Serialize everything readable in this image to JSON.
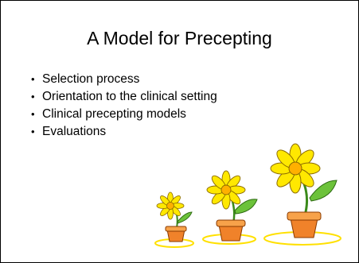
{
  "slide": {
    "title": "A Model for Precepting",
    "bullets": [
      "Selection process",
      "Orientation to the clinical setting",
      "Clinical precepting models",
      "Evaluations"
    ]
  },
  "colors": {
    "petal": "#ffe800",
    "petal_outline": "#8a6a00",
    "center": "#ffb000",
    "stem": "#3a8a1a",
    "leaf": "#6cc23a",
    "pot": "#f0822a",
    "pot_rim": "#f7a24a",
    "pot_outline": "#8a3a00",
    "ground": "#ffe000"
  },
  "art": {
    "icon": "flowers-in-pots-clipart"
  }
}
